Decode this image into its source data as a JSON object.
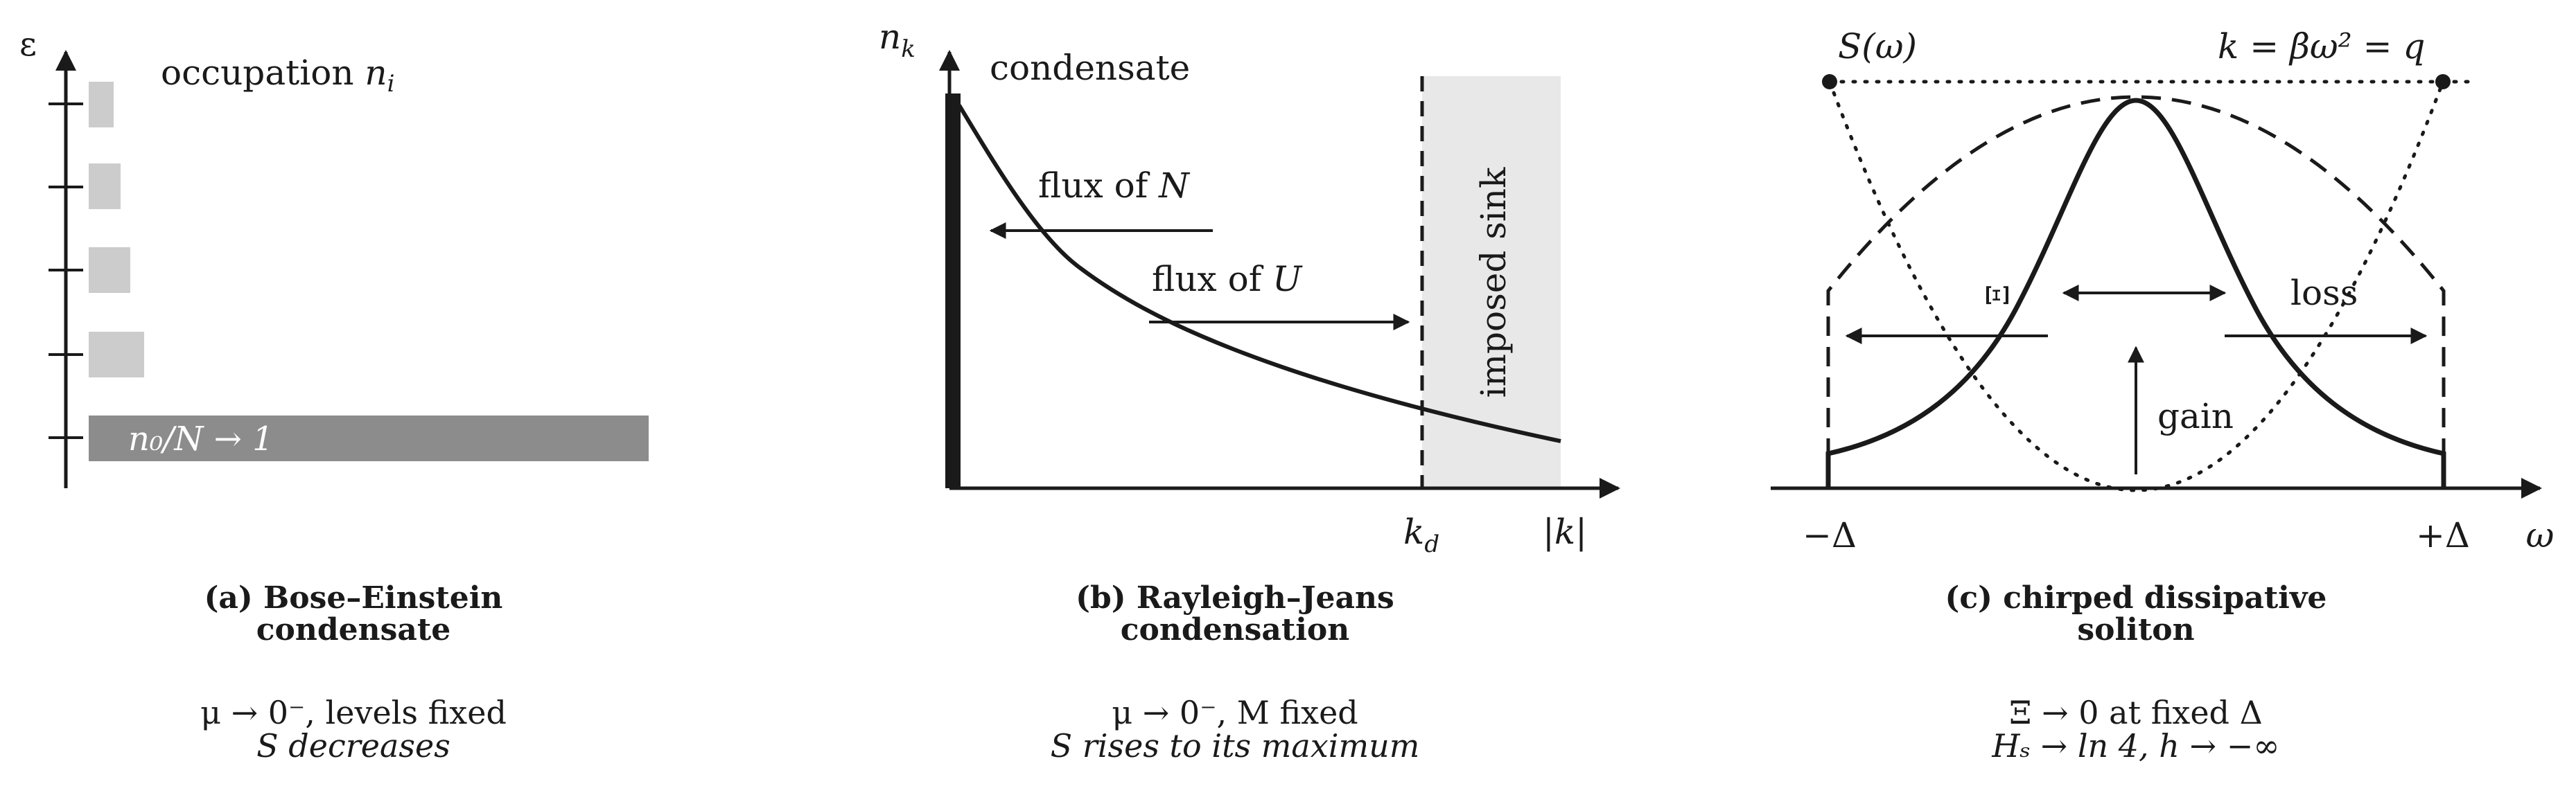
{
  "panel_a": {
    "axis_label": "ε",
    "occupation_label": "occupation",
    "occupation_sym": "n",
    "occupation_sub": "i",
    "ground_label": "n₀/N → 1",
    "caption_line1": "(a) Bose–Einstein",
    "caption_line2": "condensate",
    "note_line1": "μ → 0⁻, levels fixed",
    "note_line2": "S decreases"
  },
  "panel_b": {
    "y_sym": "n",
    "y_sub": "k",
    "condensate_label": "condensate",
    "flux_n_label": "flux of N",
    "flux_u_label": "flux of U",
    "sink_label": "imposed sink",
    "kd_sym": "k",
    "kd_sub": "d",
    "x_label": "|k|",
    "caption_line1": "(b) Rayleigh–Jeans",
    "caption_line2": "condensation",
    "note_line1": "μ → 0⁻, M fixed",
    "note_line2": "S rises to its maximum"
  },
  "panel_c": {
    "s_label": "S(ω)",
    "k_label": "k = βω² = q",
    "xi_label": "Ξ",
    "loss_label": "loss",
    "gain_label": "gain",
    "minus_delta": "−Δ",
    "plus_delta": "+Δ",
    "omega_label": "ω",
    "caption_line1": "(c) chirped dissipative",
    "caption_line2": "soliton",
    "note_line1": "Ξ → 0 at fixed Δ",
    "note_line2": "Hₛ → ln 4, h → −∞"
  },
  "colors": {
    "ink": "#1a1a1a",
    "bar_light": "#cccccc",
    "bar_dark": "#8c8c8c",
    "sink_fill": "#e8e8e8"
  }
}
